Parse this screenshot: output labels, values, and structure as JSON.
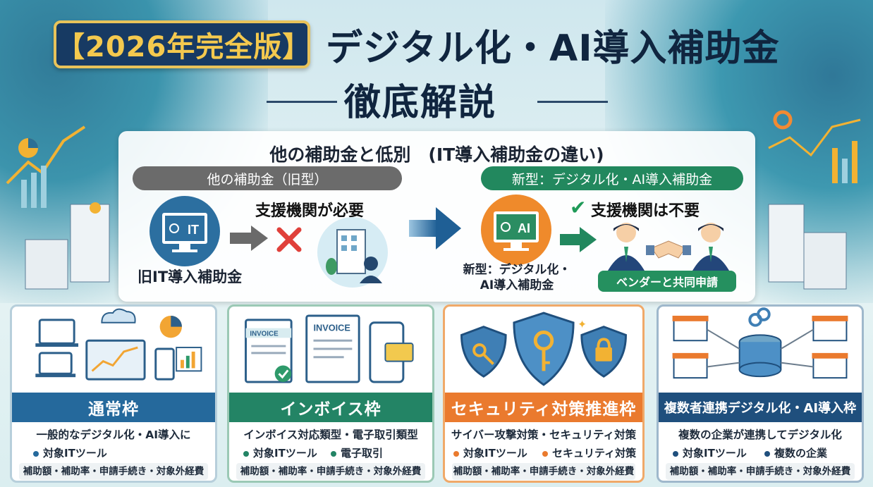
{
  "header": {
    "badge": "【2026年完全版】",
    "title_line1": "デジタル化・AI導入補助金",
    "title_line2": "徹底解説"
  },
  "comparison": {
    "title": "他の補助金と低別　(IT導入補助金の違い)",
    "old_pill": "他の補助金（旧型）",
    "old_requirement": "支援機関が必要",
    "old_caption": "旧IT導入補助金",
    "old_icon_text": "IT",
    "new_pill": "新型：デジタル化・AI導入補助金",
    "new_requirement": "支援機関は不要",
    "new_caption_line1": "新型：デジタル化・",
    "new_caption_line2": "AI導入補助金",
    "new_icon_text": "AI",
    "vendor_label": "ベンダーと共同申請"
  },
  "cards": [
    {
      "name": "通常枠",
      "desc": "一般的なデジタル化・AI導入に",
      "bullets": [
        "対象ITツール"
      ],
      "footer": "補助額・補助率・申請手続き・対象外経費",
      "color": "#25699c"
    },
    {
      "name": "インボイス枠",
      "desc": "インボイス対応類型・電子取引類型",
      "bullets": [
        "対象ITツール",
        "電子取引"
      ],
      "footer": "補助額・補助率・申請手続き・対象外経費",
      "color": "#238465",
      "art_labels": [
        "INVOICE",
        "INVOICE"
      ]
    },
    {
      "name": "セキュリティ対策推進枠",
      "desc": "サイバー攻撃対策・セキュリティ対策",
      "bullets": [
        "対象ITツール",
        "セキュリティ対策"
      ],
      "footer": "補助額・補助率・申請手続き・対象外経費",
      "color": "#ea7a2e"
    },
    {
      "name": "複数者連携デジタル化・AI導入枠",
      "desc": "複数の企業が連携してデジタル化",
      "bullets": [
        "対象ITツール",
        "複数の企業"
      ],
      "footer": "補助額・補助率・申請手続き・対象外経費",
      "color": "#1f4f7d"
    }
  ],
  "colors": {
    "navy": "#173a63",
    "gold": "#e8c35a",
    "green": "#22885e",
    "orange": "#ea7a2e",
    "blue": "#25699c"
  }
}
